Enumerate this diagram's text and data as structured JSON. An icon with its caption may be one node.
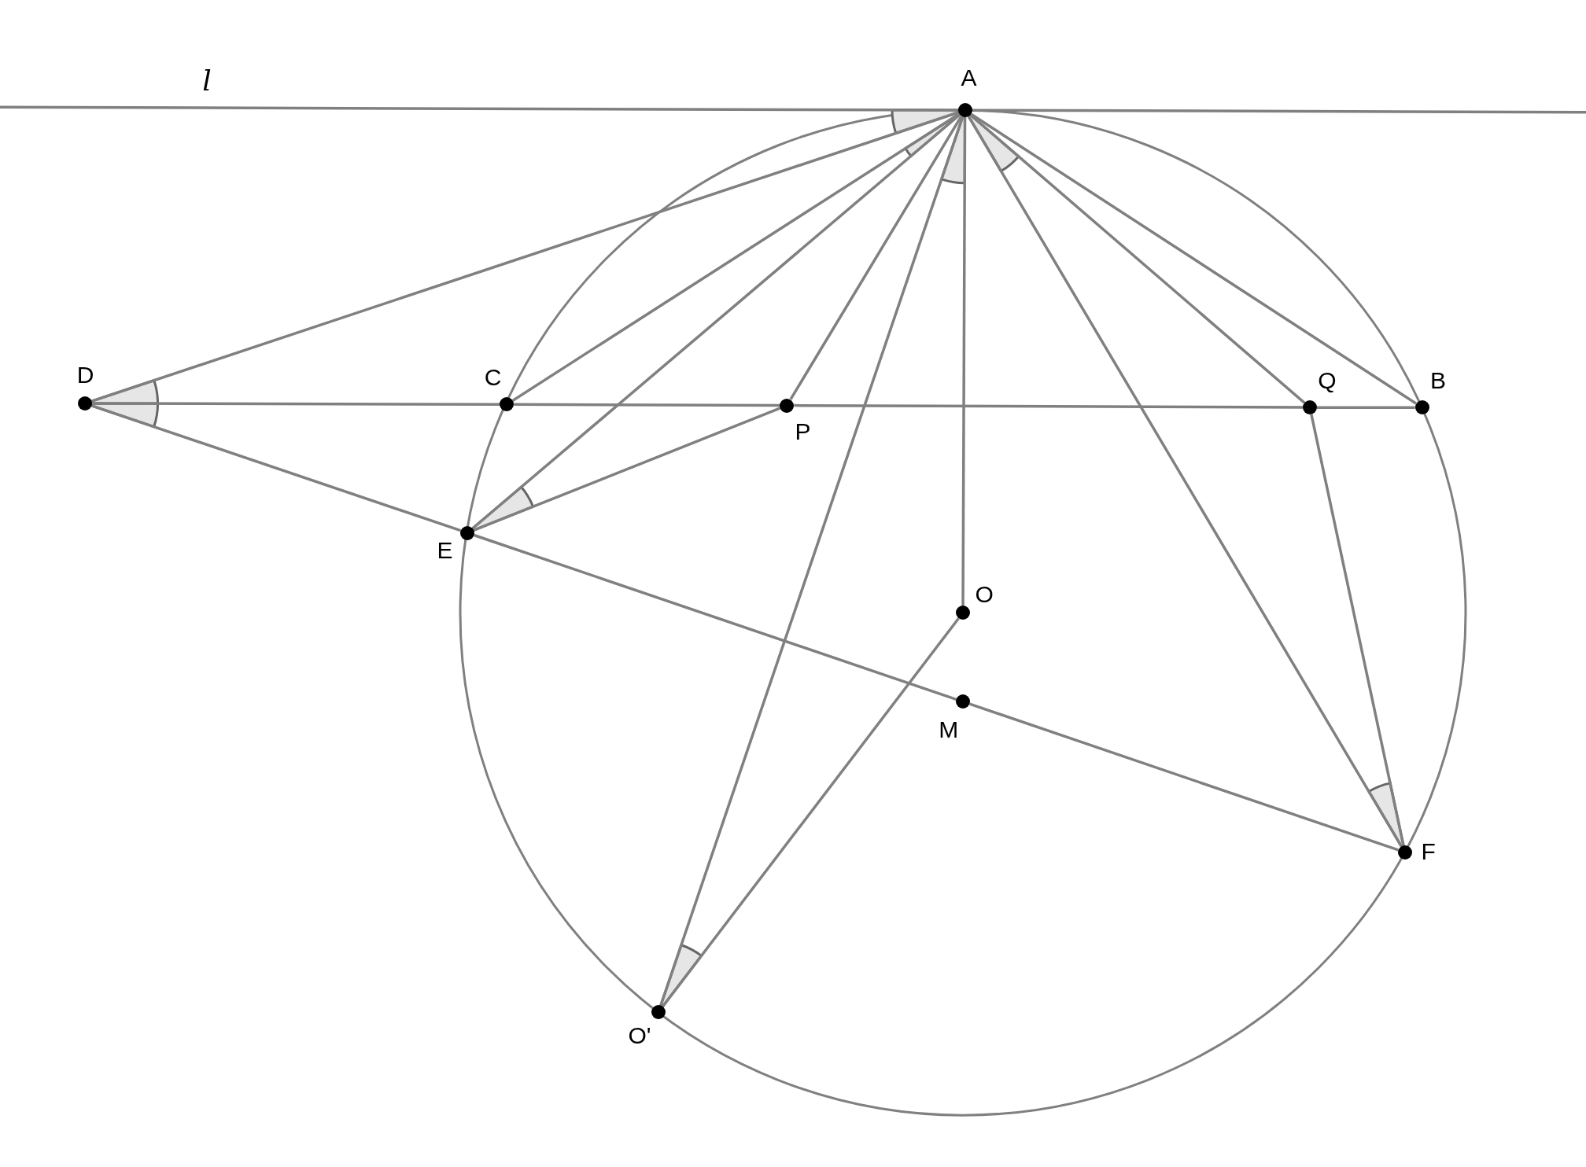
{
  "diagram": {
    "nodes": [
      {
        "text": [],
        "shape": "circle",
        "beside": [
          "A"
        ]
      },
      {
        "text": [],
        "shape": "circle",
        "beside": [
          "D"
        ]
      },
      {
        "text": [],
        "shape": "circle",
        "beside": [
          "C"
        ]
      },
      {
        "text": [],
        "shape": "circle",
        "beside": [
          "Q"
        ]
      },
      {
        "text": [],
        "shape": "circle",
        "beside": [
          "B"
        ]
      },
      {
        "text": [],
        "shape": "circle",
        "beside": [
          "P"
        ]
      },
      {
        "text": [],
        "shape": "circle",
        "beside": [
          "E"
        ]
      },
      {
        "text": [],
        "shape": "circle",
        "beside": [
          "O"
        ]
      },
      {
        "text": [],
        "shape": "circle",
        "beside": [
          "M"
        ]
      },
      {
        "text": [],
        "shape": "circle",
        "beside": [
          "F"
        ]
      },
      {
        "text": [],
        "shape": "circle",
        "beside": [
          "O'"
        ]
      }
    ],
    "edges": [
      {
        "from": null,
        "to": 0,
        "arrow": "none"
      },
      {
        "from": 0,
        "to": null,
        "arrow": "none"
      },
      {
        "from": 0,
        "to": 1,
        "arrow": "none"
      },
      {
        "from": 0,
        "to": 2,
        "arrow": "none"
      },
      {
        "from": 0,
        "to": 6,
        "arrow": "none"
      },
      {
        "from": 0,
        "to": 5,
        "arrow": "none"
      },
      {
        "from": 0,
        "to": 10,
        "arrow": "none"
      },
      {
        "from": 0,
        "to": 7,
        "arrow": "none"
      },
      {
        "from": 0,
        "to": 9,
        "arrow": "none"
      },
      {
        "from": 0,
        "to": 3,
        "arrow": "none"
      },
      {
        "from": 0,
        "to": 4,
        "arrow": "none"
      },
      {
        "from": 1,
        "to": 2,
        "arrow": "none"
      },
      {
        "from": 2,
        "to": 5,
        "arrow": "none"
      },
      {
        "from": 5,
        "to": 3,
        "arrow": "none"
      },
      {
        "from": 3,
        "to": 4,
        "arrow": "none"
      },
      {
        "from": 1,
        "to": 6,
        "arrow": "none"
      },
      {
        "from": 6,
        "to": 8,
        "arrow": "none"
      },
      {
        "from": 8,
        "to": 9,
        "arrow": "none"
      },
      {
        "from": 6,
        "to": 5,
        "arrow": "none"
      },
      {
        "from": 3,
        "to": 9,
        "arrow": "none"
      },
      {
        "from": 7,
        "to": 10,
        "arrow": "none"
      }
    ],
    "labels": [
      "l"
    ]
  }
}
